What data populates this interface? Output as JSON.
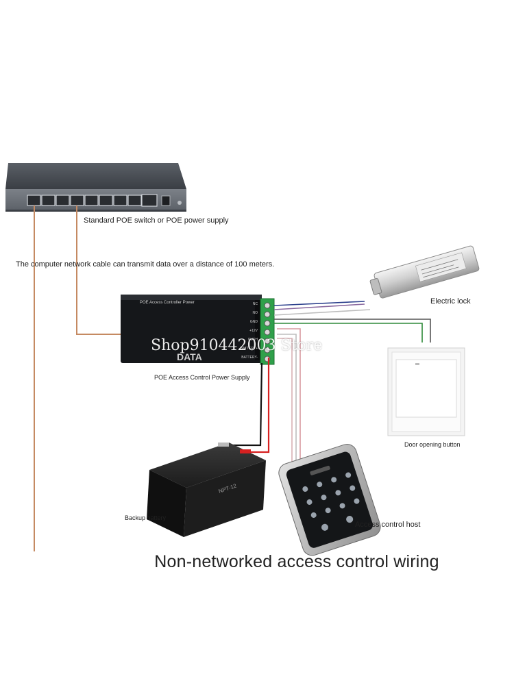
{
  "labels": {
    "switch": "Standard POE switch or POE power supply",
    "cable": "The computer network cable can transmit data over a distance of 100 meters.",
    "lock": "Electric lock",
    "controller": "POE Access Control Power Supply",
    "door_button": "Door opening button",
    "battery": "Backup battery",
    "host": "Access control host"
  },
  "device_text": {
    "controller_header": "POE Access Controller Power",
    "data_mark": "DATA",
    "terminal_labels": [
      "NC",
      "NO",
      "GND",
      "+12V",
      "PUSH",
      "BATTERY+",
      "BATTERY-"
    ],
    "battery_model": "NPT-12"
  },
  "title": "Non-networked access control wiring",
  "watermark": "Shop910442003 Store",
  "wire_colors": {
    "network": "#c58a62",
    "power_red": "#d62020",
    "power_black": "#111111",
    "signal_blue": "#2b3f8c",
    "signal_green": "#2f8a3a",
    "signal_white": "#bdbdbd",
    "signal_pink": "#d89aa0"
  }
}
